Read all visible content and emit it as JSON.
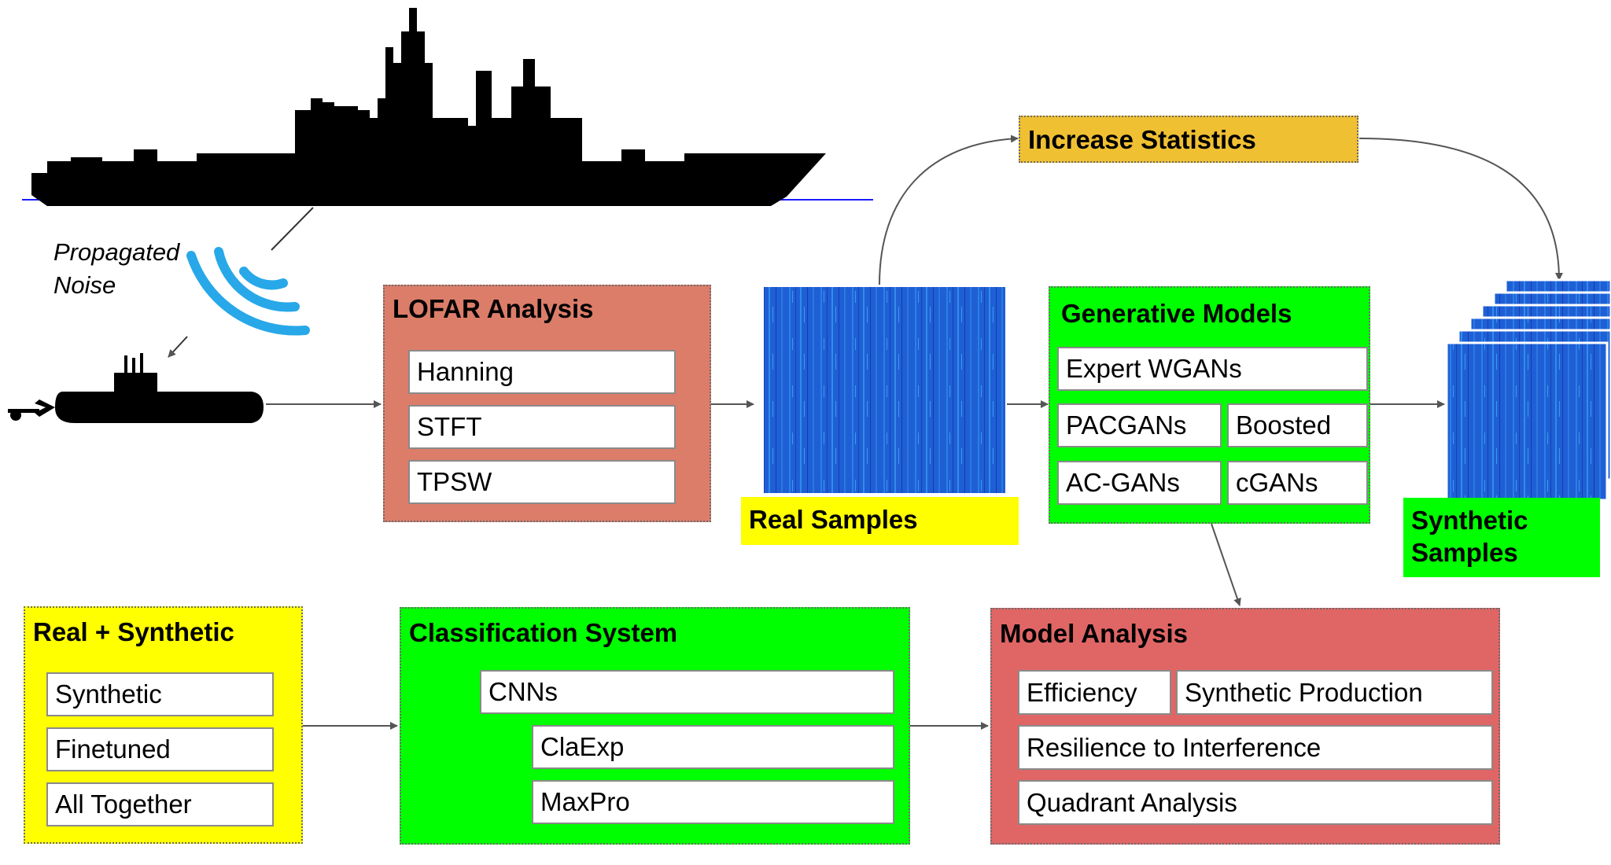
{
  "colors": {
    "lofar_bg": "#dc7d6a",
    "green_bg": "#00ff00",
    "yellow_bg": "#ffff00",
    "orange_bg": "#f0c033",
    "model_analysis_bg": "#e06666",
    "spectrogram_blue": "#1f5fd6",
    "arrow": "#555555"
  },
  "noise_label": "Propagated Noise",
  "increase_statistics": "Increase Statistics",
  "lofar": {
    "title": "LOFAR Analysis",
    "items": [
      "Hanning",
      "STFT",
      "TPSW"
    ]
  },
  "real_samples": "Real Samples",
  "generative": {
    "title": "Generative Models",
    "items": [
      "Expert WGANs",
      "PACGANs",
      "Boosted",
      "AC-GANs",
      "cGANs"
    ]
  },
  "synthetic_samples": "Synthetic Samples",
  "real_synthetic": {
    "title": "Real + Synthetic",
    "items": [
      "Synthetic",
      "Finetuned",
      "All Together"
    ]
  },
  "classification": {
    "title": "Classification System",
    "items": [
      "CNNs",
      "ClaExp",
      "MaxPro"
    ]
  },
  "model_analysis": {
    "title": "Model Analysis",
    "items": [
      "Efficiency",
      "Synthetic Production",
      "Resilience to Interference",
      "Quadrant Analysis"
    ]
  }
}
